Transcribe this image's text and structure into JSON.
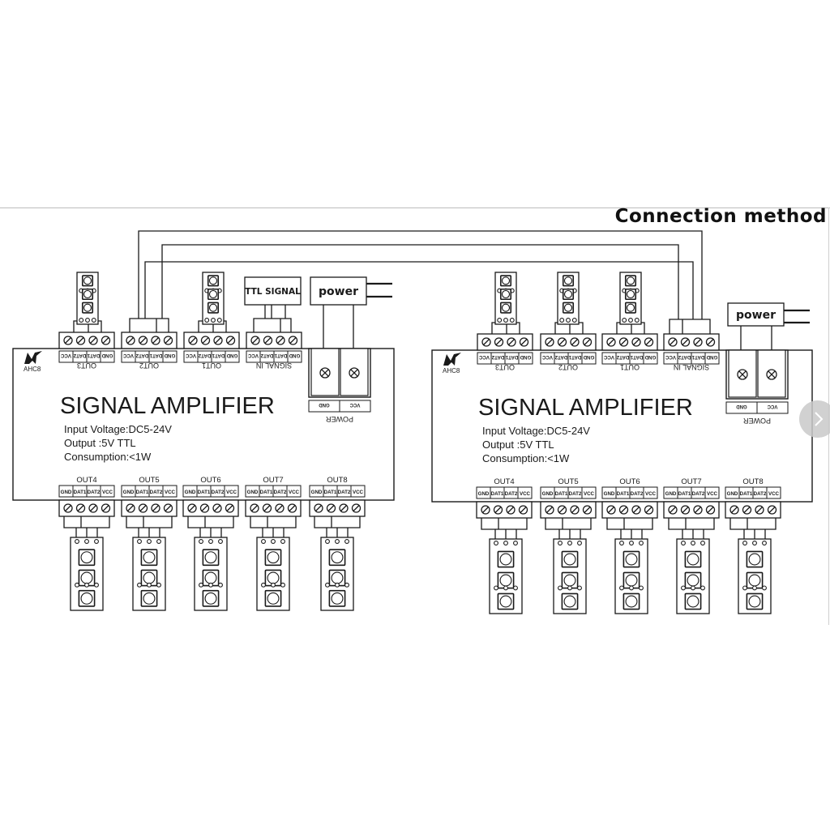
{
  "title": "Connection method",
  "amplifiers": [
    {
      "id": "left",
      "brand_mark": "AHC8",
      "name": "SIGNAL AMPLIFIER",
      "specs": [
        "Input Voltage:DC5-24V",
        "Output :5V  TTL",
        "Consumption:<1W"
      ],
      "top_ports": [
        {
          "label": "OUT3",
          "pins": [
            "VCC",
            "DAT2",
            "DAT1",
            "GND"
          ],
          "connected": "led-strip"
        },
        {
          "label": "OUT2",
          "pins": [
            "VCC",
            "DAT2",
            "DAT1",
            "GND"
          ],
          "connected": "cascade-wire"
        },
        {
          "label": "OUT1",
          "pins": [
            "VCC",
            "DAT2",
            "DAT1",
            "GND"
          ],
          "connected": "led-strip"
        },
        {
          "label": "SIGNAL IN",
          "pins": [
            "VCC",
            "DAT2",
            "DAT1",
            "GND"
          ],
          "connected": "ttl-signal"
        }
      ],
      "power_terminal": {
        "label": "POWER",
        "pins": [
          "GND",
          "VCC"
        ]
      },
      "bottom_ports": [
        {
          "label": "OUT4",
          "pins": [
            "GND",
            "DAT1",
            "DAT2",
            "VCC"
          ]
        },
        {
          "label": "OUT5",
          "pins": [
            "GND",
            "DAT1",
            "DAT2",
            "VCC"
          ]
        },
        {
          "label": "OUT6",
          "pins": [
            "GND",
            "DAT1",
            "DAT2",
            "VCC"
          ]
        },
        {
          "label": "OUT7",
          "pins": [
            "GND",
            "DAT1",
            "DAT2",
            "VCC"
          ]
        },
        {
          "label": "OUT8",
          "pins": [
            "GND",
            "DAT1",
            "DAT2",
            "VCC"
          ]
        }
      ]
    },
    {
      "id": "right",
      "brand_mark": "AHC8",
      "name": "SIGNAL AMPLIFIER",
      "specs": [
        "Input Voltage:DC5-24V",
        "Output :5V  TTL",
        "Consumption:<1W"
      ],
      "top_ports": [
        {
          "label": "OUT3",
          "pins": [
            "VCC",
            "DAT2",
            "DAT1",
            "GND"
          ],
          "connected": "led-strip"
        },
        {
          "label": "OUT2",
          "pins": [
            "VCC",
            "DAT2",
            "DAT1",
            "GND"
          ],
          "connected": "led-strip"
        },
        {
          "label": "OUT1",
          "pins": [
            "VCC",
            "DAT2",
            "DAT1",
            "GND"
          ],
          "connected": "led-strip"
        },
        {
          "label": "SIGNAL IN",
          "pins": [
            "VCC",
            "DAT2",
            "DAT1",
            "GND"
          ],
          "connected": "cascade-wire"
        }
      ],
      "power_terminal": {
        "label": "POWER",
        "pins": [
          "GND",
          "VCC"
        ]
      },
      "bottom_ports": [
        {
          "label": "OUT4",
          "pins": [
            "GND",
            "DAT1",
            "DAT2",
            "VCC"
          ]
        },
        {
          "label": "OUT5",
          "pins": [
            "GND",
            "DAT1",
            "DAT2",
            "VCC"
          ]
        },
        {
          "label": "OUT6",
          "pins": [
            "GND",
            "DAT1",
            "DAT2",
            "VCC"
          ]
        },
        {
          "label": "OUT7",
          "pins": [
            "GND",
            "DAT1",
            "DAT2",
            "VCC"
          ]
        },
        {
          "label": "OUT8",
          "pins": [
            "GND",
            "DAT1",
            "DAT2",
            "VCC"
          ]
        }
      ]
    }
  ],
  "source_boxes": {
    "ttl_signal": "TTL SIGNAL",
    "power": "power"
  },
  "navigation": {
    "next_icon": "chevron-right-icon"
  },
  "colors": {
    "line": "#1a1a1a",
    "frame": "#bdbdbd",
    "nav_button": "#c9c9c9"
  }
}
